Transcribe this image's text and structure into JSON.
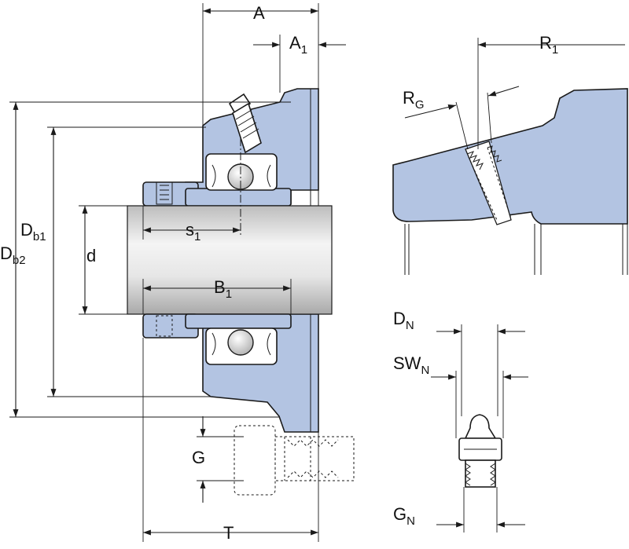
{
  "colors": {
    "housing": "#b3c4e2",
    "shaft_light": "#f4f4f4",
    "shaft_dark": "#b9b9b9",
    "line": "#1a1a1a"
  },
  "labels": {
    "A": {
      "main": "A",
      "sub": ""
    },
    "A1": {
      "main": "A",
      "sub": "1"
    },
    "Db1": {
      "main": "D",
      "sub": "b1"
    },
    "Db2": {
      "main": "D",
      "sub": "b2"
    },
    "d": {
      "main": "d",
      "sub": ""
    },
    "s1": {
      "main": "s",
      "sub": "1"
    },
    "B1": {
      "main": "B",
      "sub": "1"
    },
    "G": {
      "main": "G",
      "sub": ""
    },
    "T": {
      "main": "T",
      "sub": ""
    },
    "R1": {
      "main": "R",
      "sub": "1"
    },
    "RG": {
      "main": "R",
      "sub": "G"
    },
    "DN": {
      "main": "D",
      "sub": "N"
    },
    "SWN": {
      "main": "SW",
      "sub": "N"
    },
    "GN": {
      "main": "G",
      "sub": "N"
    }
  }
}
